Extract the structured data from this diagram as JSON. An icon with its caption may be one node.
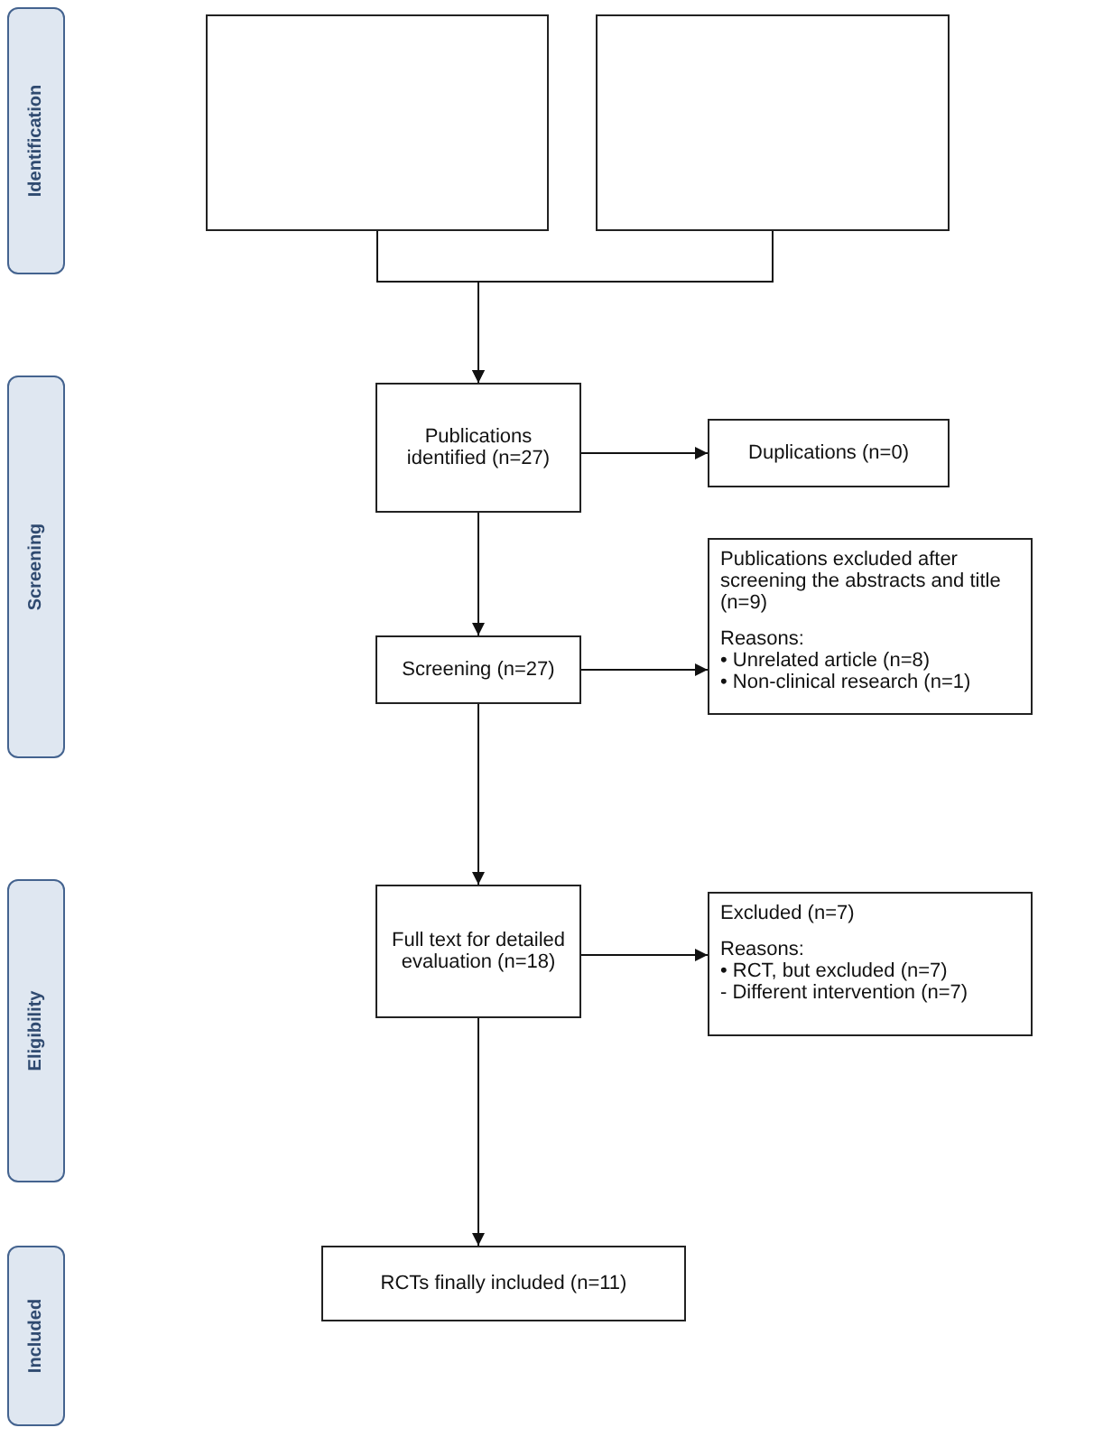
{
  "diagram": {
    "nodes": [
      {
        "text": [
          "Identification"
        ]
      },
      {
        "text": [],
        "shape": "box"
      },
      {
        "text": [],
        "shape": "box"
      },
      {
        "text": [
          "Screening"
        ]
      },
      {
        "text": [
          "Publications identified (n=27)"
        ]
      },
      {
        "text": [
          "Duplications (n=0)"
        ]
      },
      {
        "text": [
          "Screening (n=27)"
        ]
      },
      {
        "text": [
          "Publications excluded after screening the abstracts and title (n=9)",
          "Reasons:",
          "• Unrelated article (n=8)",
          "• Non-clinical research (n=1)"
        ]
      },
      {
        "text": [
          "Eligibility"
        ]
      },
      {
        "text": [
          "Full text for detailed evaluation (n=18)"
        ]
      },
      {
        "text": [
          "Excluded (n=7)",
          "Reasons:",
          "• RCT, but excluded (n=7)",
          "- Different intervention (n=7)"
        ]
      },
      {
        "text": [
          "Included"
        ]
      },
      {
        "text": [
          "RCTs finally included (n=11)"
        ]
      }
    ],
    "edges": [
      {
        "from": 1,
        "to": 4,
        "arrow": "to"
      },
      {
        "from": 2,
        "to": 4,
        "arrow": "to"
      },
      {
        "from": 4,
        "to": 5,
        "arrow": "to"
      },
      {
        "from": 4,
        "to": 6,
        "arrow": "to"
      },
      {
        "from": 6,
        "to": 7,
        "arrow": "to"
      },
      {
        "from": 6,
        "to": 9,
        "arrow": "to"
      },
      {
        "from": 9,
        "to": 10,
        "arrow": "to"
      },
      {
        "from": 9,
        "to": 12,
        "arrow": "to"
      }
    ]
  }
}
